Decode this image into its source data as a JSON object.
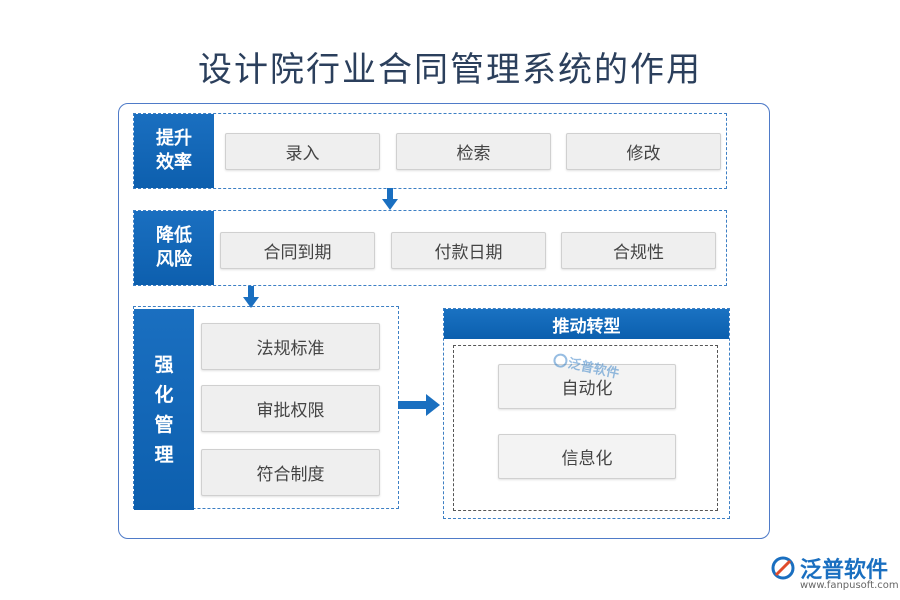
{
  "title": "设计院行业合同管理系统的作用",
  "sections": [
    {
      "label_line1": "提升",
      "label_line2": "效率",
      "items": [
        "录入",
        "检索",
        "修改"
      ]
    },
    {
      "label_line1": "降低",
      "label_line2": "风险",
      "items": [
        "合同到期",
        "付款日期",
        "合规性"
      ]
    },
    {
      "label_chars": [
        "强",
        "化",
        "管",
        "理"
      ],
      "items": [
        "法规标准",
        "审批权限",
        "符合制度"
      ]
    }
  ],
  "transform": {
    "header": "推动转型",
    "items": [
      "自动化",
      "信息化"
    ]
  },
  "watermark": "泛普软件",
  "logo": {
    "name": "泛普软件",
    "url": "www.fanpusoft.com"
  },
  "colors": {
    "accent": "#0d5fae",
    "border": "#4f7bc8",
    "pill_bg": "#efefef"
  },
  "icons": [
    "arrow-down-icon",
    "arrow-right-icon",
    "fanpu-logo-icon"
  ]
}
